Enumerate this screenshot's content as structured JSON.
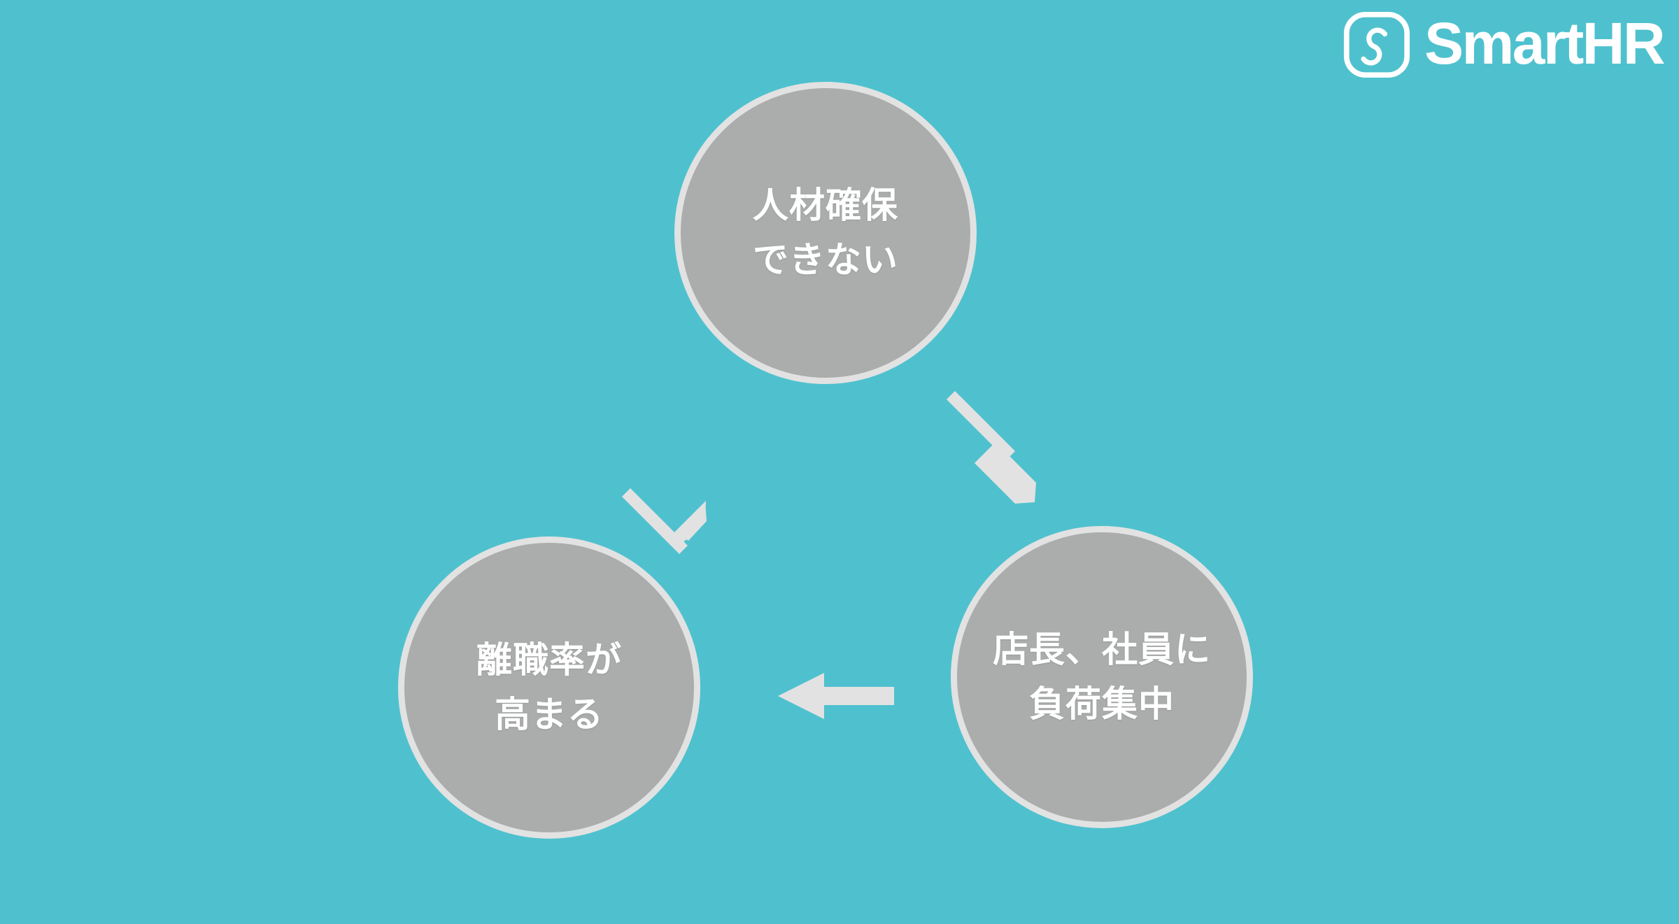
{
  "slide": {
    "background_color": "#4fc1ce",
    "node_fill_color": "#abadad",
    "node_ring_color": "#e2e2e2",
    "node_text_color": "#ffffff",
    "arrow_color": "#e2e2e2"
  },
  "brand": {
    "mark_name": "smarthr-s-logo-icon",
    "wordmark": "SmartHR"
  },
  "diagram": {
    "type": "cycle",
    "nodes": [
      {
        "id": "top",
        "label": "人材確保\nできない"
      },
      {
        "id": "right",
        "label": "店長、社員に\n負荷集中"
      },
      {
        "id": "left",
        "label": "離職率が\n高まる"
      }
    ],
    "arrows": [
      {
        "id": "top-to-right",
        "from": "top",
        "to": "right",
        "direction": "down-right"
      },
      {
        "id": "right-to-left",
        "from": "right",
        "to": "left",
        "direction": "left"
      },
      {
        "id": "left-to-top",
        "from": "left",
        "to": "top",
        "direction": "up-right"
      }
    ]
  }
}
